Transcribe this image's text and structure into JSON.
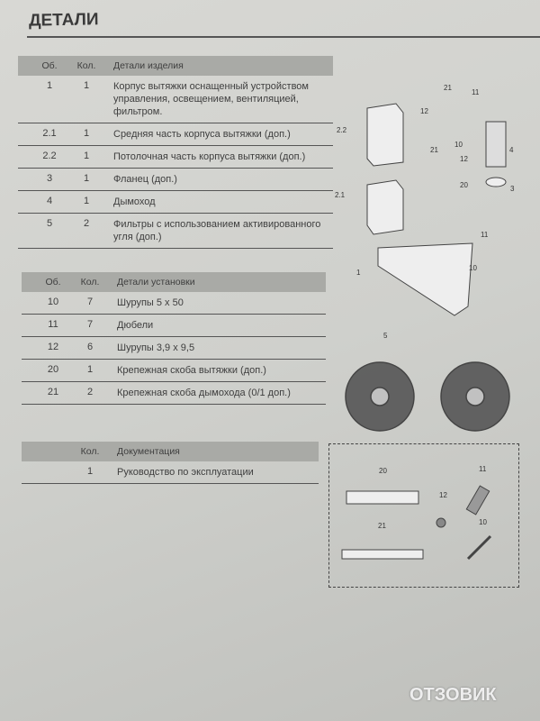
{
  "page_title": "ДЕТАЛИ",
  "product_parts": {
    "headers": [
      "Об.",
      "Кол.",
      "Детали изделия"
    ],
    "rows": [
      {
        "ob": "1",
        "qty": "1",
        "desc": "Корпус вытяжки оснащенный устройством управления, освещением, вентиляцией, фильтром."
      },
      {
        "ob": "2.1",
        "qty": "1",
        "desc": "Средняя часть корпуса вытяжки (доп.)"
      },
      {
        "ob": "2.2",
        "qty": "1",
        "desc": "Потолочная часть корпуса вытяжки (доп.)"
      },
      {
        "ob": "3",
        "qty": "1",
        "desc": "Фланец (доп.)"
      },
      {
        "ob": "4",
        "qty": "1",
        "desc": "Дымоход"
      },
      {
        "ob": "5",
        "qty": "2",
        "desc": "Фильтры с использованием активированного угля (доп.)"
      }
    ]
  },
  "install_parts": {
    "headers": [
      "Об.",
      "Кол.",
      "Детали установки"
    ],
    "rows": [
      {
        "ob": "10",
        "qty": "7",
        "desc": "Шурупы 5 x 50"
      },
      {
        "ob": "11",
        "qty": "7",
        "desc": "Дюбели"
      },
      {
        "ob": "12",
        "qty": "6",
        "desc": "Шурупы 3,9 x 9,5"
      },
      {
        "ob": "20",
        "qty": "1",
        "desc": "Крепежная скоба вытяжки (доп.)"
      },
      {
        "ob": "21",
        "qty": "2",
        "desc": "Крепежная скоба дымохода (0/1 доп.)"
      }
    ]
  },
  "documentation": {
    "headers": [
      "",
      "Кол.",
      "Документация"
    ],
    "rows": [
      {
        "ob": "",
        "qty": "1",
        "desc": "Руководство по эксплуатации"
      }
    ]
  },
  "diagram_labels": {
    "l22": "2.2",
    "l21a": "21",
    "l11a": "11",
    "l12a": "12",
    "l10a": "10",
    "l4": "4",
    "l21b": "21",
    "l12b": "12",
    "l20": "20",
    "l3": "3",
    "l21": "2.1",
    "l11b": "11",
    "l10b": "10",
    "l1": "1",
    "l5": "5",
    "b20": "20",
    "b11": "11",
    "b12": "12",
    "b21": "21",
    "b10": "10"
  },
  "watermark": "ОТЗОВИК"
}
